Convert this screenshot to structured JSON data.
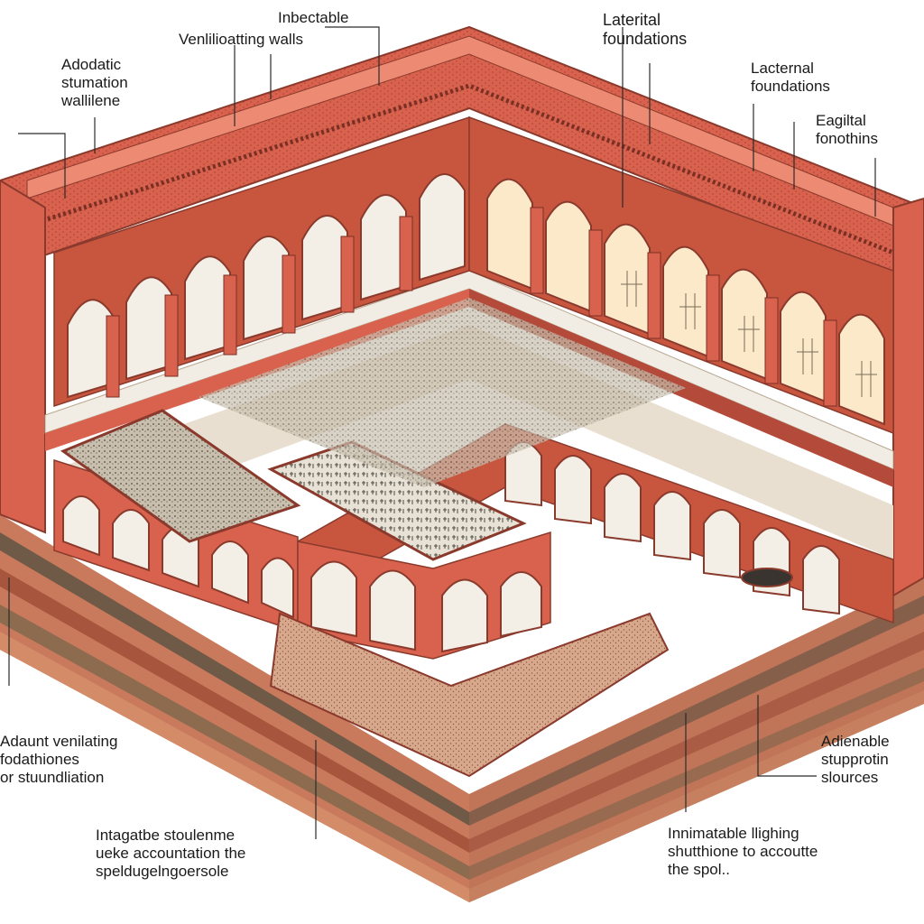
{
  "labels": {
    "top_center_a": "Inbectable",
    "top_center_b": "Venlilioatting walls",
    "top_left": "Adodatic\nstumation\nwallilene",
    "top_right_a": "Laterital\nfoundations",
    "top_right_b": "Lacternal\nfoundations",
    "right_c": "Eagiltal\nfonothins",
    "left_mid": "Adaunt venilating\nfodathiones\nor stuundliation",
    "bottom_left": "Intagatbe stoulenme\nueke accountation the\nspeldugelngoersole",
    "right_mid": "Adienable\nstupprotin\nslources",
    "bottom_right": "Innimatable llighing\nshutthione to accoutte\nthe spol.."
  },
  "palette": {
    "brick": "#d9624e",
    "brick_dark": "#b34a3a",
    "brick_light": "#ec8a74",
    "floor": "#f1ece4",
    "strata": [
      "#a8553e",
      "#c97a5c",
      "#8c6b4f",
      "#d38b68",
      "#6f5a48"
    ]
  }
}
